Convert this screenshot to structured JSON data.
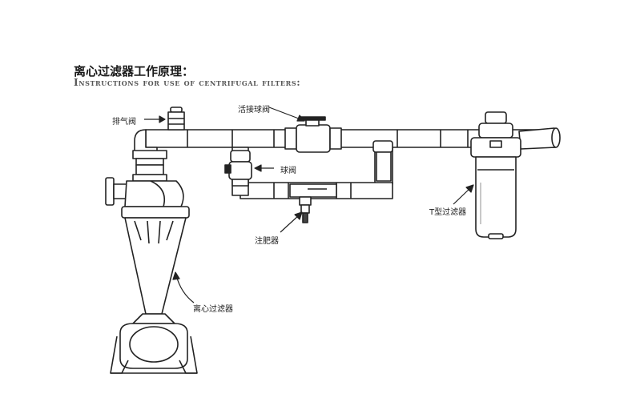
{
  "header": {
    "title_cn": "离心过滤器工作原理：",
    "title_en": "Instructions for use of centrifugal filters:"
  },
  "labels": {
    "air_valve": "排气阀",
    "union_ball_valve": "活接球阀",
    "ball_valve": "球阀",
    "fertilizer_injector": "注肥器",
    "t_filter": "T型过滤器",
    "centrifugal_filter": "离心过滤器"
  }
}
